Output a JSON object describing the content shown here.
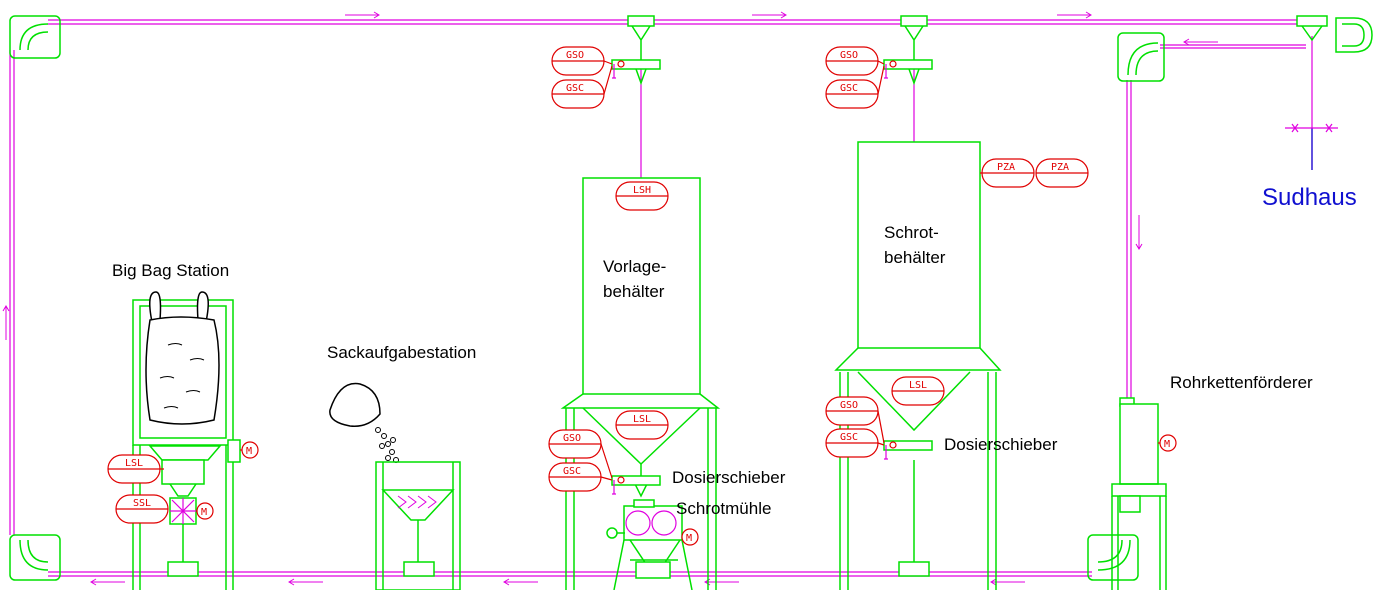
{
  "labels": {
    "big_bag_station": "Big Bag Station",
    "sackaufgabestation": "Sackaufgabestation",
    "vorlage_line1": "Vorlage-",
    "vorlage_line2": "behälter",
    "schrot_line1": "Schrot-",
    "schrot_line2": "behälter",
    "dosierschieber_1": "Dosierschieber",
    "schrotmuehle": "Schrotmühle",
    "dosierschieber_2": "Dosierschieber",
    "rohrkettenfoerderer": "Rohrkettenförderer",
    "sudhaus": "Sudhaus"
  },
  "instruments": {
    "gso": "GSO",
    "gsc": "GSC",
    "lsh": "LSH",
    "lsl": "LSL",
    "ssl": "SSL",
    "pza": "PZA",
    "motor": "M"
  },
  "colors": {
    "equipment": "#00e000",
    "conveyor": "#e000e0",
    "instrumentation": "#e00000",
    "sudhaus": "#1010d0"
  }
}
